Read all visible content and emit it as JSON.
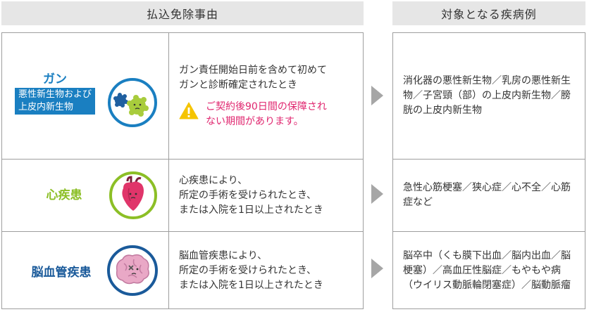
{
  "headers": {
    "left": "払込免除事由",
    "right": "対象となる疾病例"
  },
  "colors": {
    "gan_blue": "#1a7fc1",
    "heart_green": "#8cbf26",
    "brain_navy": "#1a5a9a",
    "warning_pink": "#e0266f",
    "warning_yellow": "#f5c400",
    "arrow_gray": "#a6a6a6"
  },
  "rows": [
    {
      "title": "ガン",
      "subtitle": "悪性新生物および\n上皮内新生物",
      "icon": "cancer-cell-icon",
      "reason": "ガン責任開始日前を含めて初めて\nガンと診断確定されたとき",
      "warning": "ご契約後90日間の保障され\nない期間があります。",
      "warning_icon": "warning-triangle-icon",
      "examples": "消化器の悪性新生物／乳房の悪性新生物／子宮頸（部）の上皮内新生物／膀胱の上皮内新生物"
    },
    {
      "title": "心疾患",
      "icon": "heart-icon",
      "reason": "心疾患により、\n所定の手術を受けられたとき、\nまたは入院を1日以上されたとき",
      "examples": "急性心筋梗塞／狭心症／心不全／心筋症など"
    },
    {
      "title": "脳血管疾患",
      "icon": "brain-icon",
      "reason": "脳血管疾患により、\n所定の手術を受けられたとき、\nまたは入院を1日以上されたとき",
      "examples": "脳卒中（くも膜下出血／脳内出血／脳梗塞）／高血圧性脳症／もやもや病（ウイリス動脈輪閉塞症）／脳動脈瘤"
    }
  ]
}
